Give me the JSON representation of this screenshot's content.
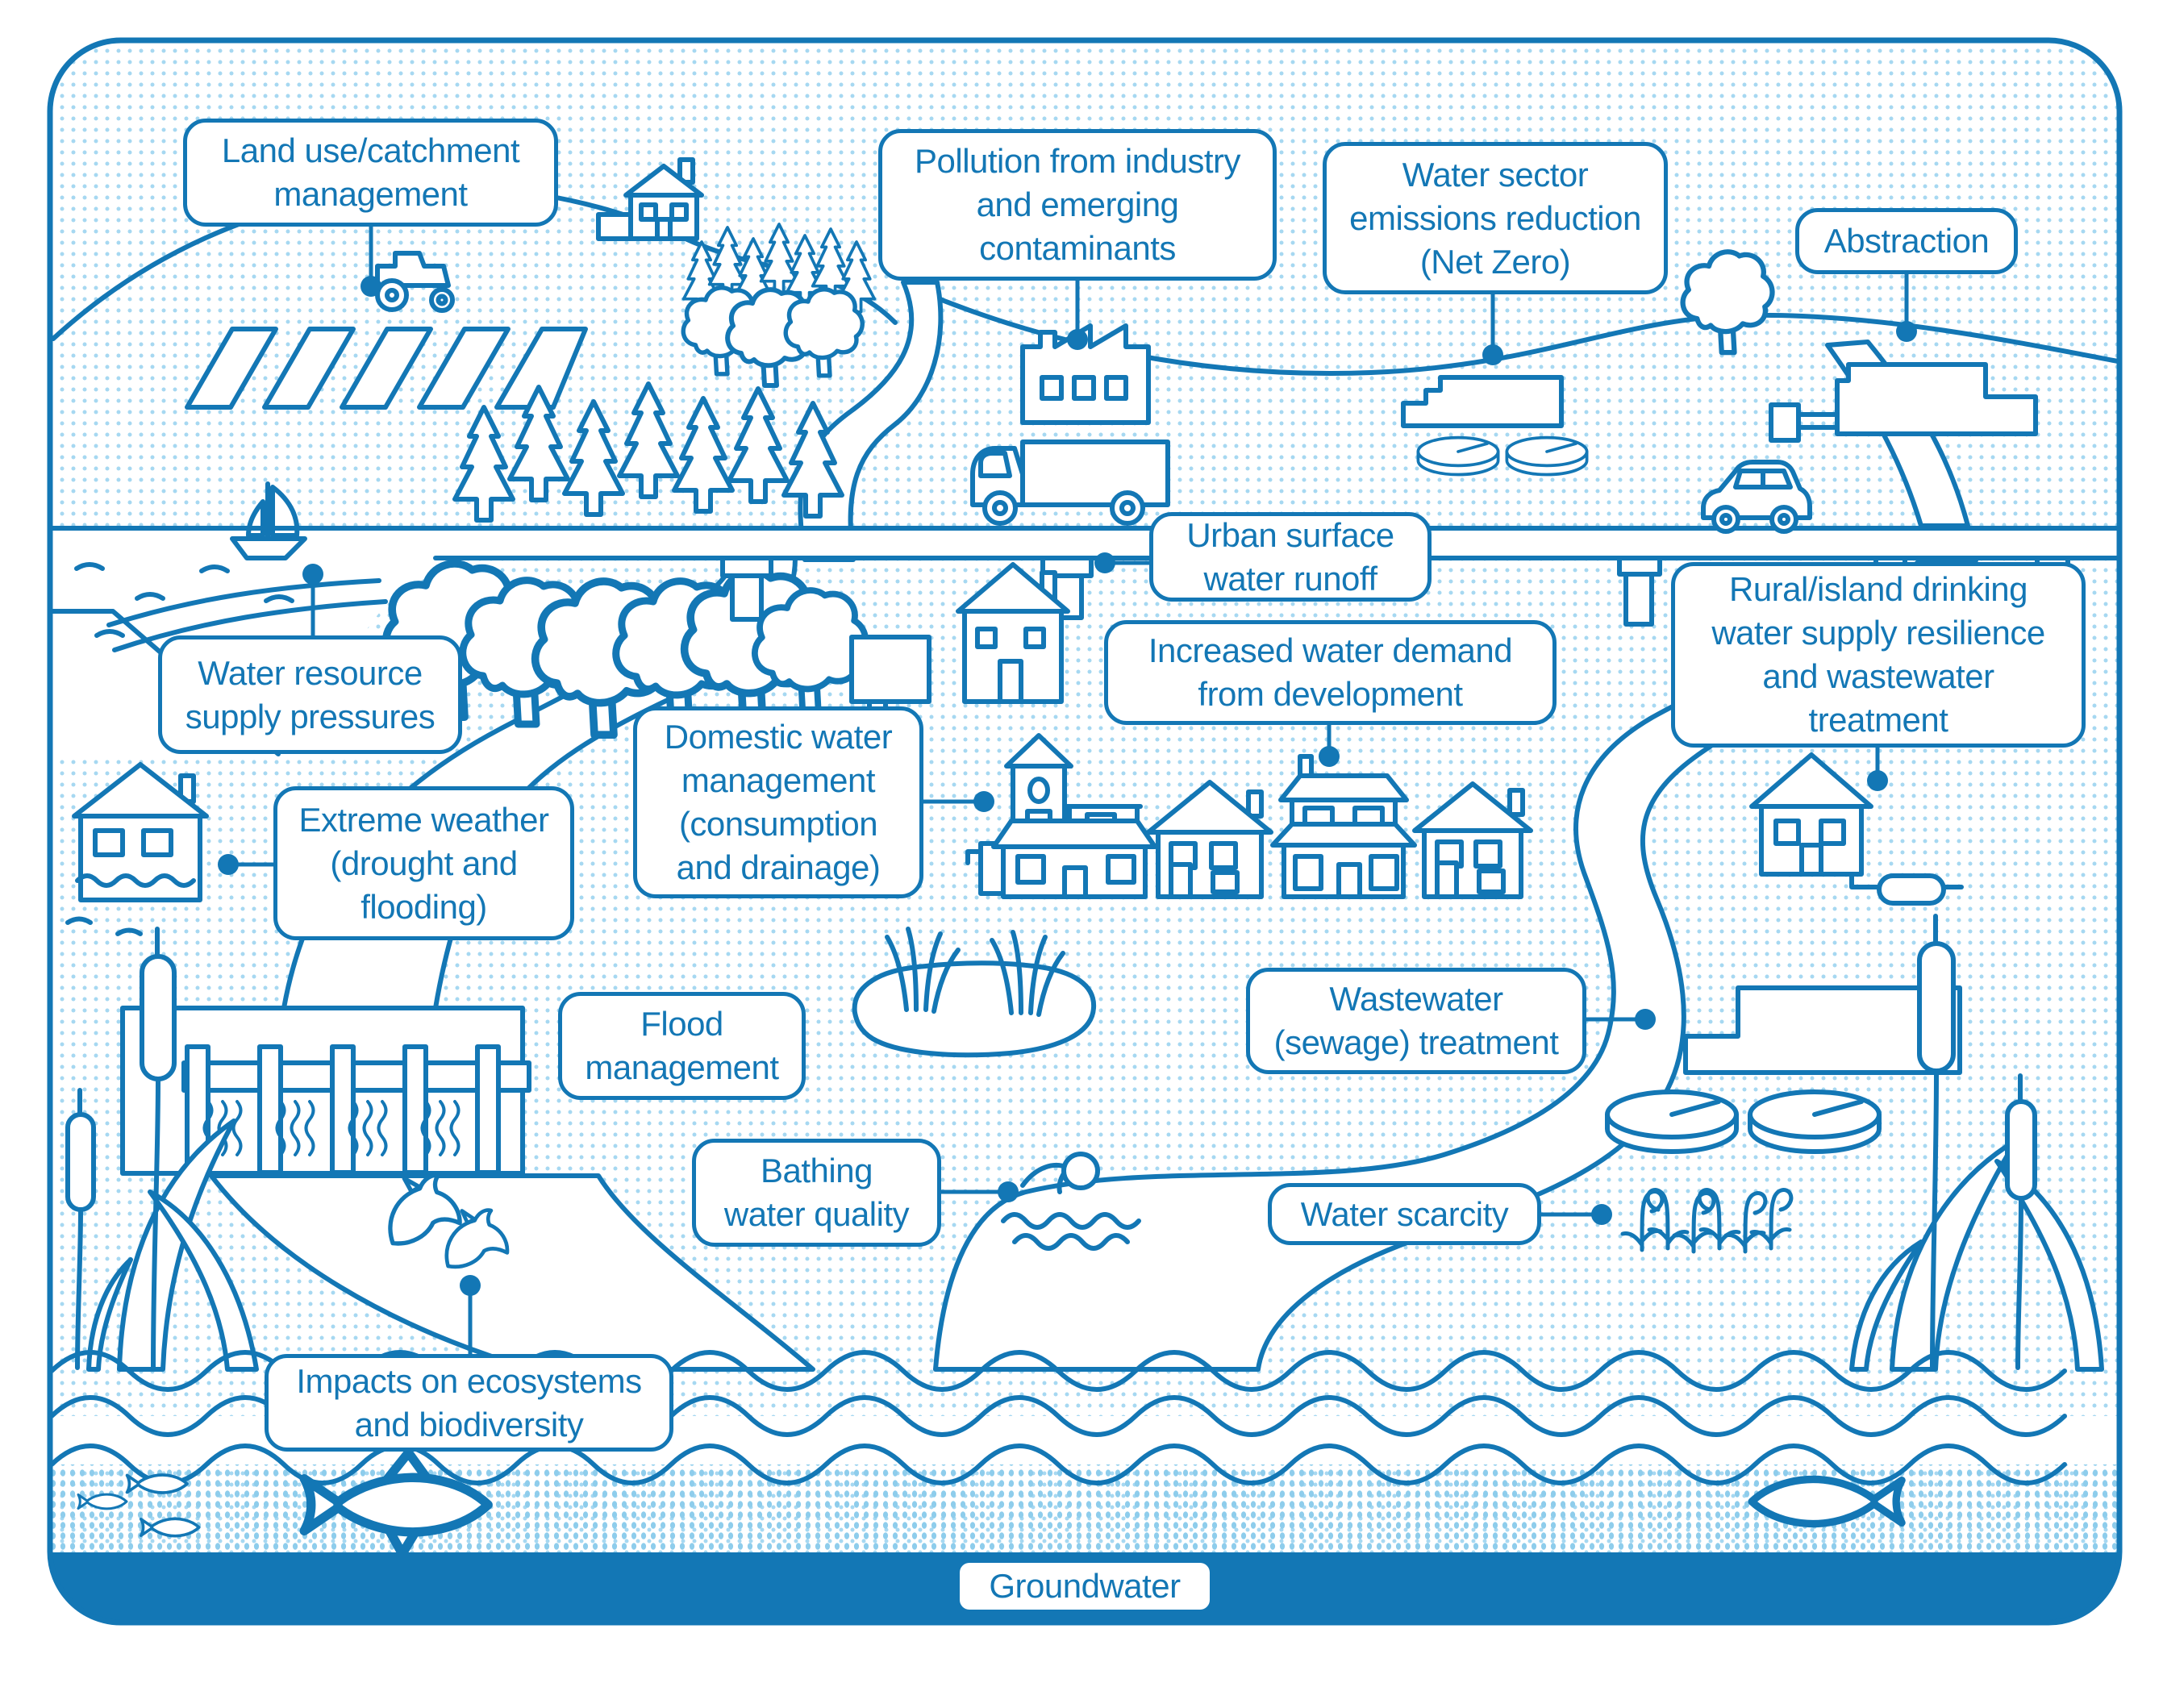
{
  "colors": {
    "line": "#1377b5",
    "dots_land": "#a6d8f1",
    "dots_sea": "#8ecdec",
    "panel": "#ffffff"
  },
  "callouts": [
    {
      "id": "land-use-catchment-management",
      "lines": [
        "Land use/catchment",
        "management"
      ]
    },
    {
      "id": "pollution-from-industry",
      "lines": [
        "Pollution from industry",
        "and emerging",
        "contaminants"
      ]
    },
    {
      "id": "water-sector-emissions",
      "lines": [
        "Water sector",
        "emissions reduction",
        "(Net Zero)"
      ]
    },
    {
      "id": "abstraction",
      "lines": [
        "Abstraction"
      ]
    },
    {
      "id": "urban-surface-water-runoff",
      "lines": [
        "Urban surface",
        "water runoff"
      ]
    },
    {
      "id": "rural-island-drinking-water",
      "lines": [
        "Rural/island drinking",
        "water supply resilience",
        "and wastewater",
        "treatment"
      ]
    },
    {
      "id": "water-resource-supply-pressures",
      "lines": [
        "Water resource",
        "supply pressures"
      ]
    },
    {
      "id": "increased-water-demand",
      "lines": [
        "Increased water demand",
        "from development"
      ]
    },
    {
      "id": "domestic-water-management",
      "lines": [
        "Domestic water",
        "management",
        "(consumption",
        "and drainage)"
      ]
    },
    {
      "id": "extreme-weather",
      "lines": [
        "Extreme weather",
        "(drought and",
        "flooding)"
      ]
    },
    {
      "id": "flood-management",
      "lines": [
        "Flood",
        "management"
      ]
    },
    {
      "id": "wastewater-sewage-treatment",
      "lines": [
        "Wastewater",
        "(sewage) treatment"
      ]
    },
    {
      "id": "bathing-water-quality",
      "lines": [
        "Bathing",
        "water quality"
      ]
    },
    {
      "id": "water-scarcity",
      "lines": [
        "Water scarcity"
      ]
    },
    {
      "id": "impacts-on-ecosystems",
      "lines": [
        "Impacts on ecosystems",
        "and biodiversity"
      ]
    },
    {
      "id": "groundwater",
      "lines": [
        "Groundwater"
      ]
    }
  ],
  "scene": {
    "icons": [
      "tractor-icon",
      "plowed-fields-icon",
      "farmhouse-icon",
      "sailboat-icon",
      "conifer-forest-icon",
      "deciduous-forest-icon",
      "river-icon",
      "factory-icon",
      "truck-icon",
      "net-zero-works-icon",
      "clarifier-tank-icon",
      "round-tree-icon",
      "abstraction-works-icon",
      "car-icon",
      "road-icon",
      "outfall-pipe-icon",
      "bridge-pier-icon",
      "flooded-house-icon",
      "reservoir-dam-icon",
      "cottage-icon",
      "village-houses-icon",
      "pond-icon",
      "weir-icon",
      "bulrushes-icon",
      "dolphins-icon",
      "swimmer-icon",
      "wastewater-works-icon",
      "septic-tank-icon",
      "rural-house-icon",
      "wilted-plants-icon",
      "waves-icon",
      "fish-icon",
      "groundwater-band-icon"
    ]
  }
}
